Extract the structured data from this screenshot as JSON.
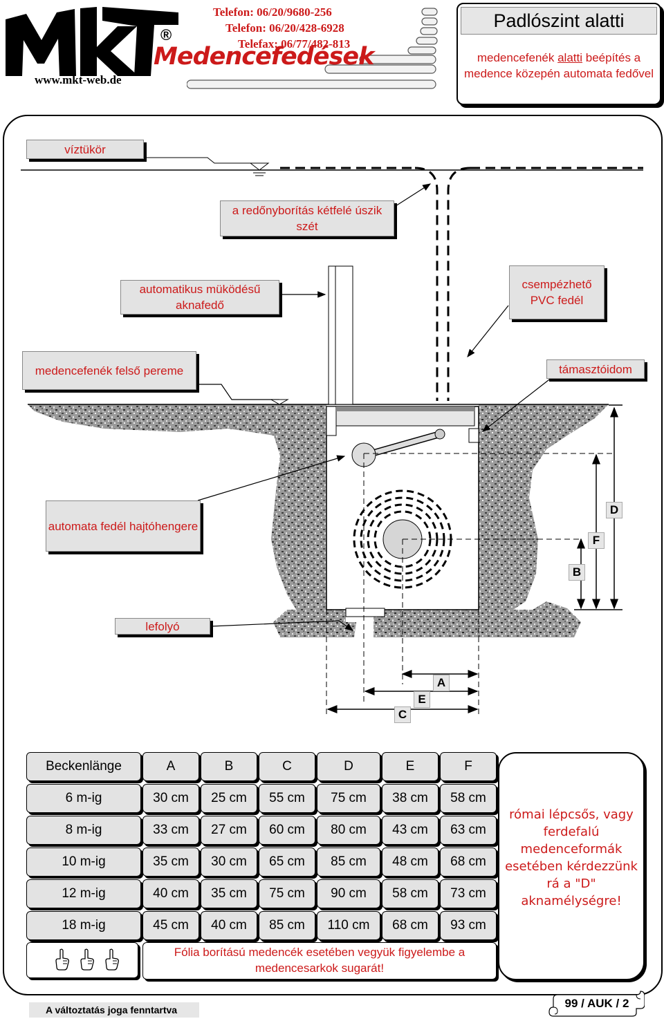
{
  "header": {
    "logo_text": "MKT",
    "website": "www.mkt-web.de",
    "phones": [
      "Telefon: 06/20/9680-256",
      "Telefon: 06/20/428-6928",
      "Telefax: 06/77/482-813"
    ],
    "brand": "Medencefedések",
    "registered_mark": "®"
  },
  "title": {
    "heading": "Padlószint alatti",
    "sub_before": "medencefenék ",
    "sub_underlined": "alatti",
    "sub_after": " beépítés a medence közepén automata fedővel"
  },
  "diagram": {
    "labels": {
      "water_surface": "víztükör",
      "shutter": "a redőnyborítás kétfelé úszik szét",
      "auto_cover_pit": "automatikus müködésű aknafedő",
      "pvc_cover": "csempézhető PVC fedél",
      "pool_floor_edge": "medencefenék felső pereme",
      "support_profile": "támasztóidom",
      "drive_roller": "automata fedél hajtóhengere",
      "drain": "lefolyó"
    },
    "dims": {
      "A": "A",
      "B": "B",
      "C": "C",
      "D": "D",
      "E": "E",
      "F": "F"
    }
  },
  "table": {
    "headers": [
      "Beckenlänge",
      "A",
      "B",
      "C",
      "D",
      "E",
      "F"
    ],
    "rows": [
      [
        "6 m-ig",
        "30 cm",
        "25 cm",
        "55 cm",
        "75 cm",
        "38 cm",
        "58 cm"
      ],
      [
        "8 m-ig",
        "33 cm",
        "27 cm",
        "60 cm",
        "80 cm",
        "43 cm",
        "63 cm"
      ],
      [
        "10 m-ig",
        "35 cm",
        "30 cm",
        "65 cm",
        "85 cm",
        "48 cm",
        "68 cm"
      ],
      [
        "12 m-ig",
        "40 cm",
        "35 cm",
        "75 cm",
        "90 cm",
        "58 cm",
        "73 cm"
      ],
      [
        "18 m-ig",
        "45 cm",
        "40 cm",
        "85 cm",
        "110 cm",
        "68 cm",
        "93 cm"
      ]
    ]
  },
  "note": "római lépcsős, vagy ferdefalú medenceformák esetében kérdezzünk rá a \"D\" aknamélységre!",
  "foil_note": "Fólia borítású medencék esetében vegyük figyelembe a medencesarkok sugarát!",
  "footer": {
    "reserved": "A változtatás joga fenntartva",
    "page_ref": "99 / AUK / 2"
  },
  "colors": {
    "accent": "#cc1a1a",
    "label_bg": "#e3e3e3"
  }
}
